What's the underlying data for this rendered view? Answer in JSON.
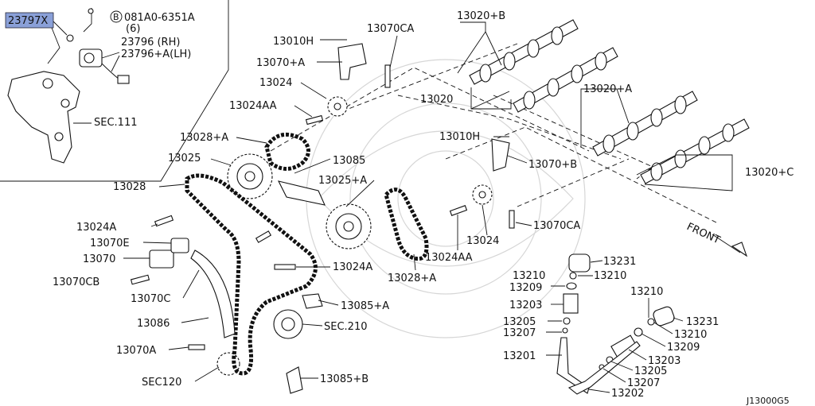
{
  "diagram": {
    "ref_code": "J13000G5",
    "highlighted_part": "23797X",
    "labels": {
      "p23797x": "23797X",
      "p081a0": "081A0-6351A",
      "p081a0_qty": "(6)",
      "p081a0_prefix": "B",
      "p23796_rh": "23796 (RH)",
      "p23796a_lh": "23796+A(LH)",
      "sec111": "SEC.111",
      "p13010h_top": "13010H",
      "p13070ca_top": "13070CA",
      "p13070a_top": "13070+A",
      "p13024_top": "13024",
      "p13024aa_top": "13024AA",
      "p13028a_top": "13028+A",
      "p13025": "13025",
      "p13085": "13085",
      "p13025a": "13025+A",
      "p13028": "13028",
      "p13024a_left": "13024A",
      "p13070e": "13070E",
      "p13070": "13070",
      "p13070cb": "13070CB",
      "p13070c": "13070C",
      "p13086": "13086",
      "p13070a_bottom": "13070A",
      "sec120": "SEC120",
      "p13024a_mid": "13024A",
      "p13085a": "13085+A",
      "sec210": "SEC.210",
      "p13085b": "13085+B",
      "p13020b": "13020+B",
      "p13020": "13020",
      "p13020a": "13020+A",
      "p13010h_mid": "13010H",
      "p13070b": "13070+B",
      "p13020c": "13020+C",
      "p13070ca_mid": "13070CA",
      "p13024_mid": "13024",
      "p13024aa_mid": "13024AA",
      "p13028a_bottom": "13028+A",
      "front": "FRONT",
      "p13231_a": "13231",
      "p13210_a": "13210",
      "p13210_b": "13210",
      "p13209_a": "13209",
      "p13203_a": "13203",
      "p13205_a": "13205",
      "p13207_a": "13207",
      "p13201": "13201",
      "p13210_c": "13210",
      "p13231_b": "13231",
      "p13210_d": "13210",
      "p13209_b": "13209",
      "p13203_b": "13203",
      "p13205_b": "13205",
      "p13207_b": "13207",
      "p13202": "13202"
    }
  }
}
